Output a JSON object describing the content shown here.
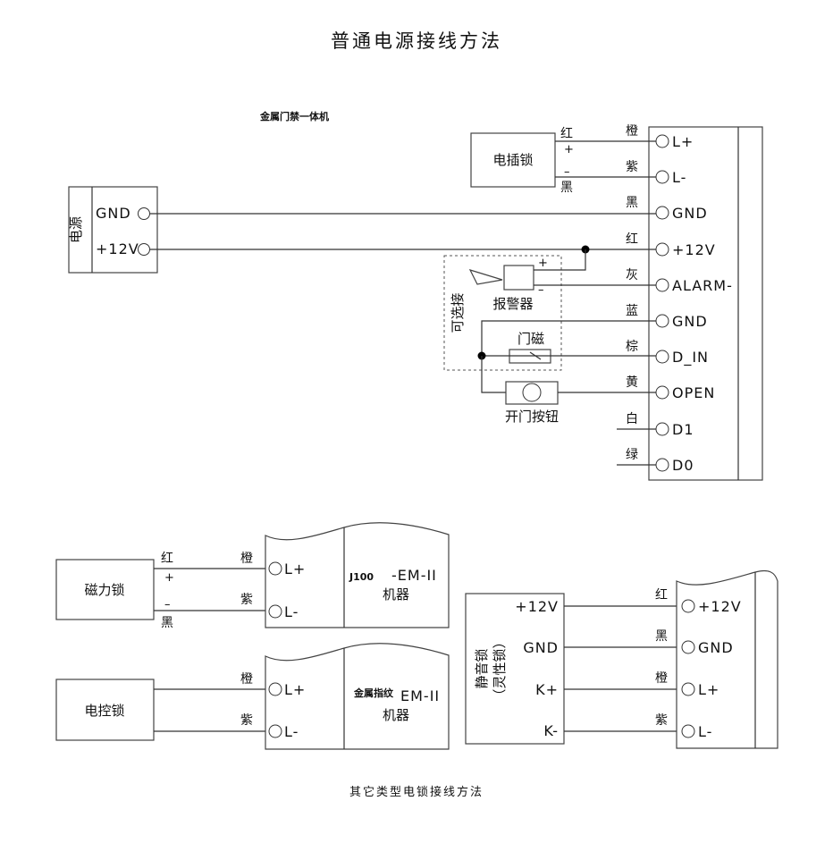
{
  "title": "普通电源接线方法",
  "device_label": "金属门禁一体机",
  "footer": "其它类型电锁接线方法",
  "power_supply": {
    "label": "电源",
    "pins": [
      "GND",
      "+12V"
    ]
  },
  "plug_lock": {
    "label": "电插锁",
    "top_wire": "红",
    "top_sign": "+",
    "bottom_sign": "–",
    "bottom_wire": "黑"
  },
  "optional_group": {
    "label": "可选接",
    "alarm": "报警器",
    "alarm_plus": "+",
    "alarm_minus": "–",
    "door_sensor": "门磁"
  },
  "exit_button": "开门按钮",
  "main_terminals": [
    {
      "pin": "L+",
      "wire": "橙"
    },
    {
      "pin": "L-",
      "wire": "紫"
    },
    {
      "pin": "GND",
      "wire": "黑"
    },
    {
      "pin": "+12V",
      "wire": "红"
    },
    {
      "pin": "ALARM-",
      "wire": "灰"
    },
    {
      "pin": "GND",
      "wire": "蓝"
    },
    {
      "pin": "D_IN",
      "wire": "棕"
    },
    {
      "pin": "OPEN",
      "wire": "黄"
    },
    {
      "pin": "D1",
      "wire": "白"
    },
    {
      "pin": "D0",
      "wire": "绿"
    }
  ],
  "mag_lock": {
    "label": "磁力锁",
    "top_wire": "红",
    "top_sign": "+",
    "bottom_sign": "–",
    "bottom_wire": "黑",
    "terminals": [
      {
        "pin": "L+",
        "wire": "橙"
      },
      {
        "pin": "L-",
        "wire": "紫"
      }
    ],
    "machine_prefix": "J100",
    "machine_model": "-EM-II",
    "machine_suffix": "机器"
  },
  "electric_lock": {
    "label": "电控锁",
    "terminals": [
      {
        "pin": "L+",
        "wire": "橙"
      },
      {
        "pin": "L-",
        "wire": "紫"
      }
    ],
    "machine_prefix": "金属指纹",
    "machine_model": "EM-II",
    "machine_suffix": "机器"
  },
  "silent_lock": {
    "label_line1": "静音锁",
    "label_line2": "（灵性锁）",
    "pins": [
      "+12V",
      "GND",
      "K+",
      "K-"
    ],
    "terminals": [
      {
        "pin": "+12V",
        "wire": "红"
      },
      {
        "pin": "GND",
        "wire": "黑"
      },
      {
        "pin": "L+",
        "wire": "橙"
      },
      {
        "pin": "L-",
        "wire": "紫"
      }
    ]
  }
}
